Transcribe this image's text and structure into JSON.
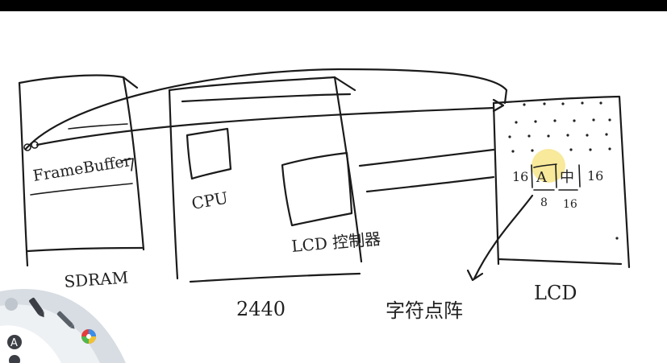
{
  "diagram": {
    "sdram": {
      "inner_label": "FrameBuffer",
      "caption": "SDRAM"
    },
    "soc": {
      "cpu_label": "CPU",
      "controller_label": "LCD 控制器",
      "caption": "2440"
    },
    "lcd": {
      "char_a": "A",
      "char_zhong": "中",
      "left_size": "16",
      "right_size": "16",
      "width_a": "8",
      "width_zhong": "16",
      "caption": "LCD"
    },
    "annotation": {
      "font_matrix_label": "字符点阵"
    }
  },
  "toolbar": {
    "tools": [
      {
        "icon": "pen-icon"
      },
      {
        "icon": "highlighter-icon"
      },
      {
        "icon": "color-wheel-icon"
      },
      {
        "icon": "text-tool-icon"
      }
    ]
  },
  "colors": {
    "ink": "#1b1b1b",
    "highlight": "#f7e58a",
    "toolbar_ring": "#d7dde3",
    "toolbar_dark": "#3b3f45"
  }
}
